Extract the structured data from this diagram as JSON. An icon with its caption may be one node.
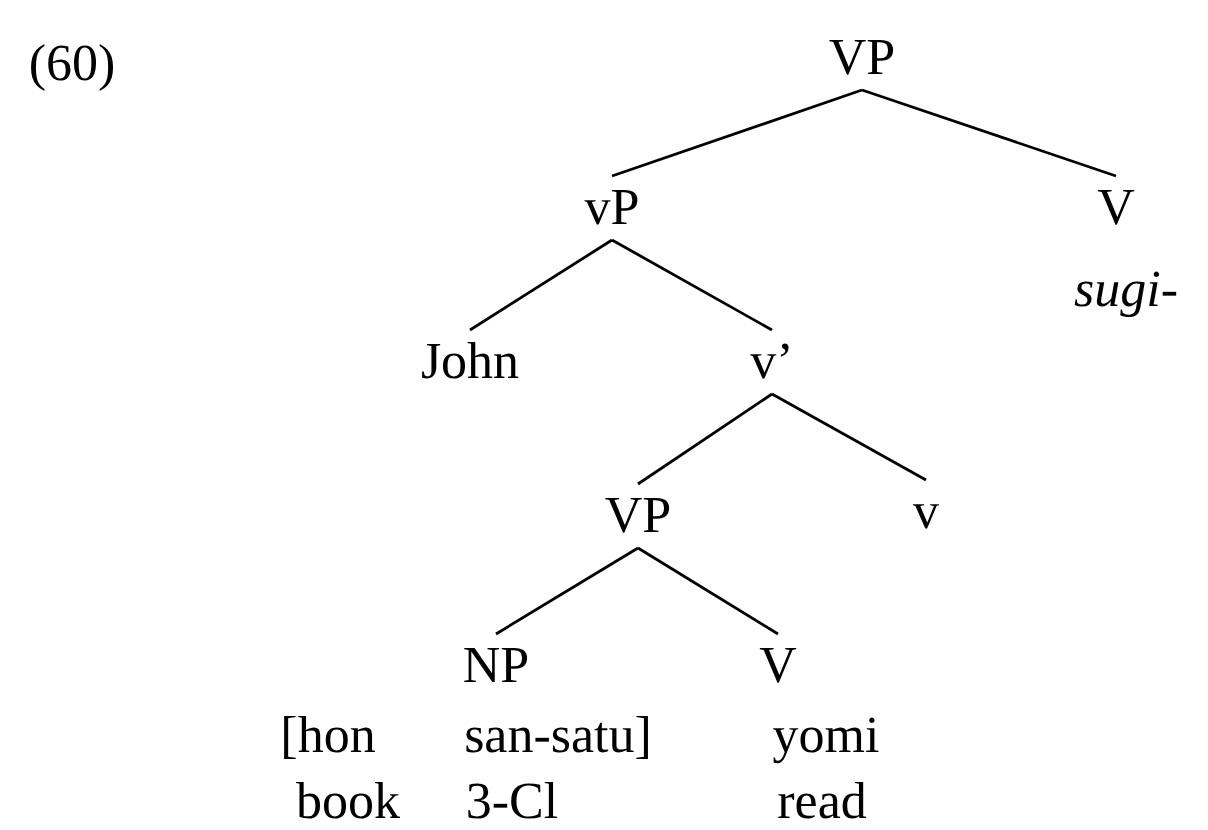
{
  "diagram": {
    "nodes": [
      {
        "text": [
          "VP"
        ]
      },
      {
        "text": [
          "vP"
        ]
      },
      {
        "text": [
          "V",
          "sugi-"
        ]
      },
      {
        "text": [
          "John"
        ]
      },
      {
        "text": [
          "v’"
        ]
      },
      {
        "text": [
          "VP"
        ]
      },
      {
        "text": [
          "v"
        ]
      },
      {
        "text": [
          "NP"
        ]
      },
      {
        "text": [
          "V",
          "yomi",
          "read"
        ]
      }
    ],
    "edges": [
      {
        "from": 0,
        "to": 1,
        "arrow": "none"
      },
      {
        "from": 0,
        "to": 2,
        "arrow": "none"
      },
      {
        "from": 1,
        "to": 3,
        "arrow": "none"
      },
      {
        "from": 1,
        "to": 4,
        "arrow": "none"
      },
      {
        "from": 4,
        "to": 5,
        "arrow": "none"
      },
      {
        "from": 4,
        "to": 6,
        "arrow": "none"
      },
      {
        "from": 5,
        "to": 7,
        "arrow": "none"
      },
      {
        "from": 5,
        "to": 8,
        "arrow": "none"
      }
    ],
    "labels": [
      "(60)",
      "[hon",
      "san-satu]",
      "book",
      "3-Cl"
    ]
  }
}
